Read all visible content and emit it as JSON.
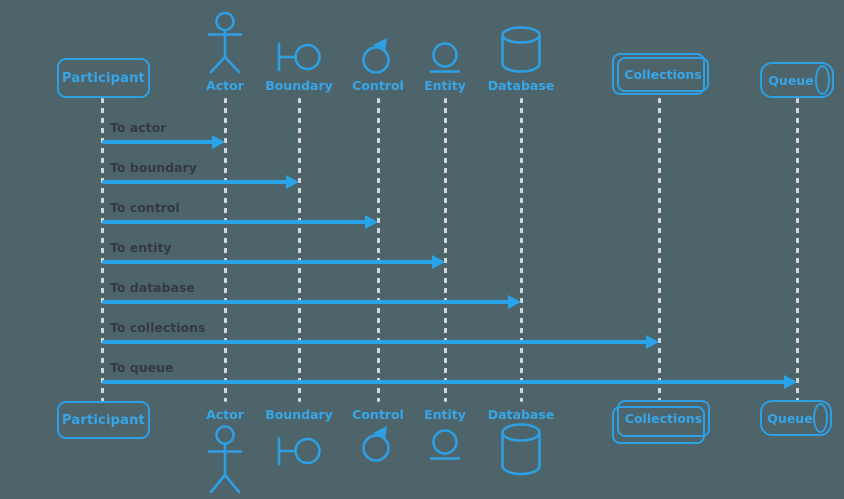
{
  "colors": {
    "background": "#4d646b",
    "accent_blue": "#2e9fe2",
    "arrow_blue": "#29a4ea",
    "lifeline_gray": "#d7d7d7",
    "message_text": "#333a45"
  },
  "participants": [
    {
      "label": "Participant",
      "shape": "rounded-box"
    },
    {
      "label": "Actor",
      "shape": "actor-stick-figure-icon"
    },
    {
      "label": "Boundary",
      "shape": "boundary-icon"
    },
    {
      "label": "Control",
      "shape": "control-icon"
    },
    {
      "label": "Entity",
      "shape": "entity-icon"
    },
    {
      "label": "Database",
      "shape": "database-cylinder-icon"
    },
    {
      "label": "Collections",
      "shape": "stacked-box"
    },
    {
      "label": "Queue",
      "shape": "horizontal-cylinder-box"
    }
  ],
  "messages": [
    {
      "label": "To actor",
      "from": "Participant",
      "to": "Actor"
    },
    {
      "label": "To boundary",
      "from": "Participant",
      "to": "Boundary"
    },
    {
      "label": "To control",
      "from": "Participant",
      "to": "Control"
    },
    {
      "label": "To entity",
      "from": "Participant",
      "to": "Entity"
    },
    {
      "label": "To database",
      "from": "Participant",
      "to": "Database"
    },
    {
      "label": "To collections",
      "from": "Participant",
      "to": "Collections"
    },
    {
      "label": "To queue",
      "from": "Participant",
      "to": "Queue"
    }
  ]
}
